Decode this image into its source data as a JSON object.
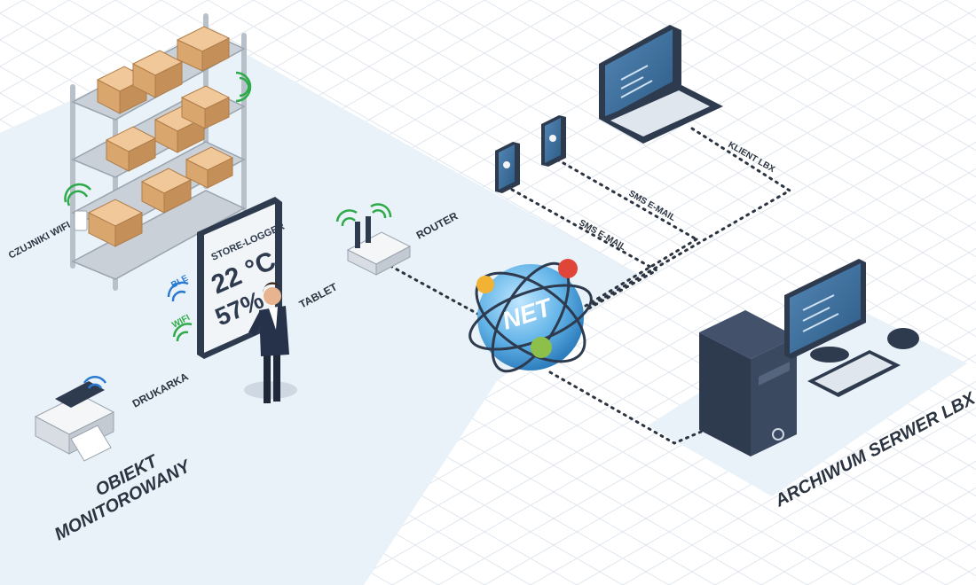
{
  "colors": {
    "grid": "#dfe6ee",
    "floor": "#e9f2f9",
    "dots": "#2b3440",
    "navy": "#2e3a4e",
    "screen": "#3e6f9b",
    "globe": "#63b4e8",
    "wifi": "#2faa4a",
    "box": "#d9a66e"
  },
  "labels": {
    "czujniki_wifi": "CZUJNIKI WIFI",
    "ble": "BLE",
    "wifi": "WIFI",
    "drukarka": "DRUKARKA",
    "tablet": "TABLET",
    "router": "ROUTER",
    "sms_email_1": "SMS E-MAIL",
    "sms_email_2": "SMS E-MAIL",
    "klient_lbx": "KLIENT LBX",
    "obiekt_line1": "OBIEKT",
    "obiekt_line2": "MONITOROWANY",
    "archiwum": "ARCHIWUM SERWER LBX"
  },
  "tablet": {
    "title": "STORE-LOGGER",
    "temperature": "22 °C",
    "humidity": "57%"
  },
  "globe": {
    "text": "NET"
  },
  "icons": [
    "shelf-icon",
    "box-icon",
    "wifi-sensor-icon",
    "printer-icon",
    "router-icon",
    "person-icon",
    "globe-icon",
    "phone-icon",
    "laptop-icon",
    "server-tower-icon",
    "monitor-icon",
    "keyboard-icon",
    "mouse-icon"
  ]
}
